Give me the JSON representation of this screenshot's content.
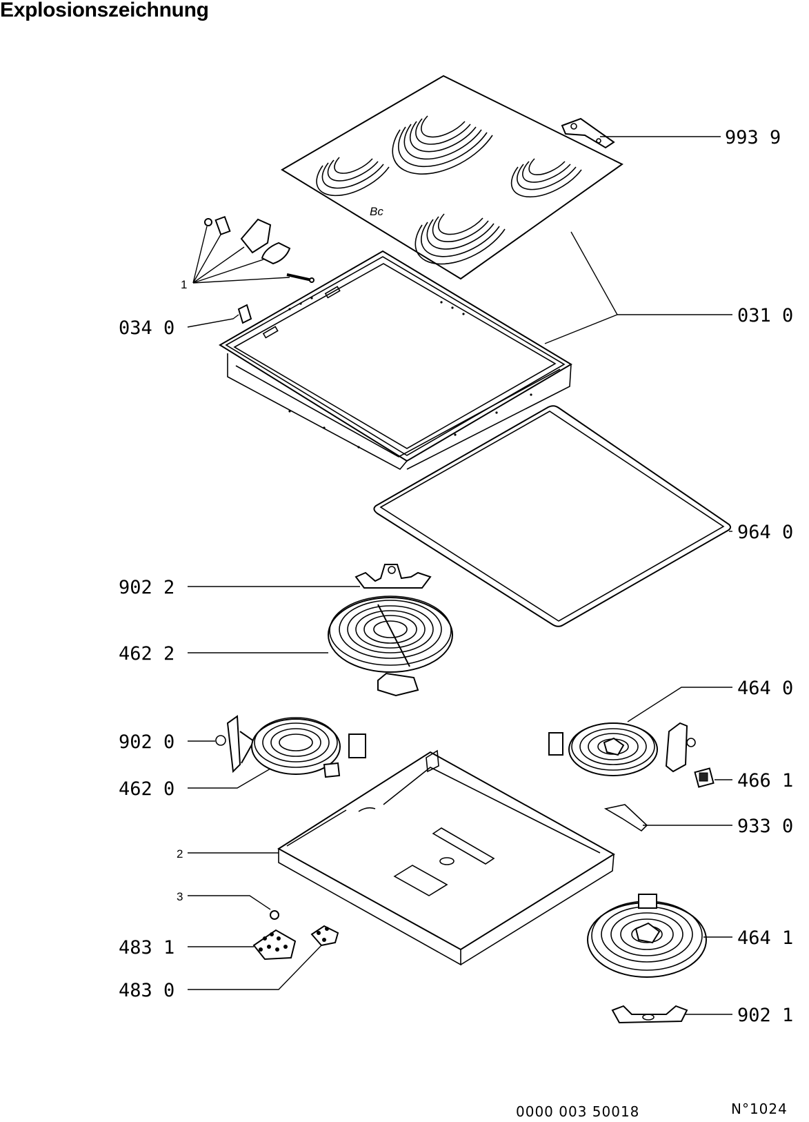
{
  "title": "Explosionszeichnung",
  "labels": {
    "l9939": "993  9",
    "l0310": "031  0",
    "l0340": "034  0",
    "l1": "1",
    "l9640": "964  0",
    "l9022": "902  2",
    "l4622": "462  2",
    "l4640": "464  0",
    "l9020": "902  0",
    "l4620": "462  0",
    "l4661": "466  1",
    "l9330": "933  0",
    "l2": "2",
    "l3": "3",
    "l4831": "483  1",
    "l4830": "483  0",
    "l4641": "464  1",
    "l9021": "902  1"
  },
  "footer": {
    "doc_number": "0000 003 50018",
    "sheet_number": "N°1024"
  }
}
